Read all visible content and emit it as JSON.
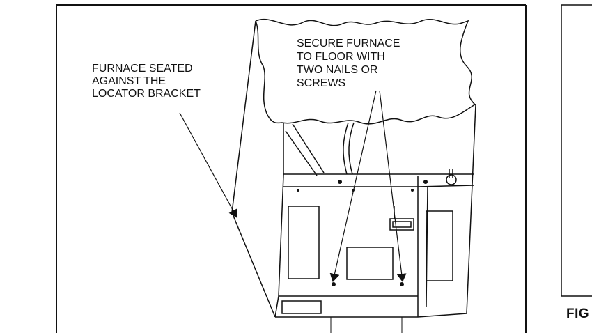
{
  "callouts": {
    "left": [
      "FURNACE SEATED",
      "AGAINST THE",
      "LOCATOR BRACKET"
    ],
    "right": [
      "SECURE FURNACE",
      "TO FLOOR WITH",
      "TWO NAILS OR",
      "SCREWS"
    ]
  },
  "figure_caption": "FIG",
  "colors": {
    "line": "#111111",
    "background": "#ffffff"
  }
}
